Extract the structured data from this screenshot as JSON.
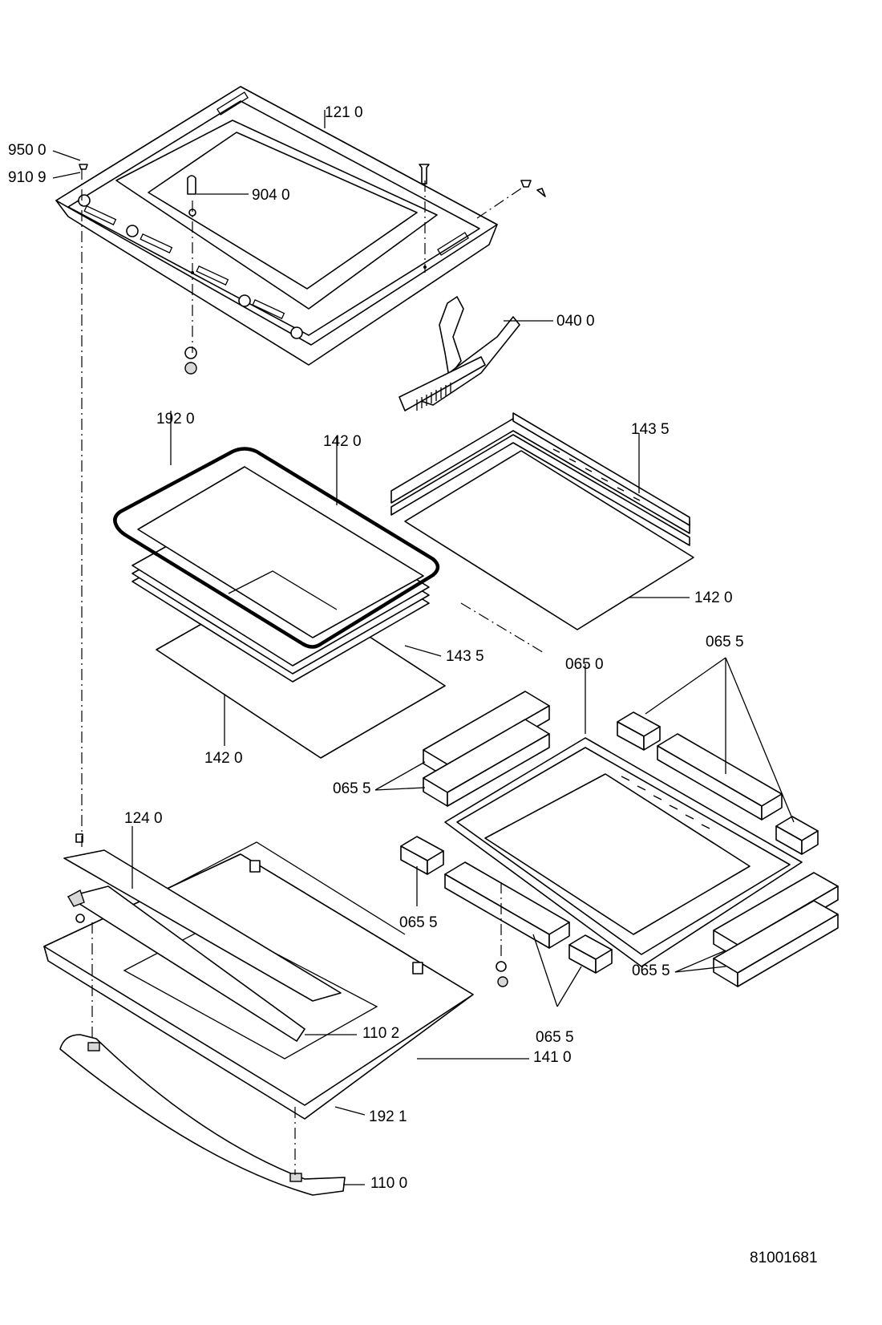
{
  "callouts": [
    {
      "id": "c-1210",
      "text": "121 0"
    },
    {
      "id": "c-9500",
      "text": "950 0"
    },
    {
      "id": "c-9109",
      "text": "910 9"
    },
    {
      "id": "c-9040",
      "text": "904 0"
    },
    {
      "id": "c-0400",
      "text": "040 0"
    },
    {
      "id": "c-1920",
      "text": "192 0"
    },
    {
      "id": "c-1420a",
      "text": "142 0"
    },
    {
      "id": "c-1435a",
      "text": "143 5"
    },
    {
      "id": "c-1420b",
      "text": "142 0"
    },
    {
      "id": "c-1435b",
      "text": "143 5"
    },
    {
      "id": "c-0650",
      "text": "065 0"
    },
    {
      "id": "c-0655a",
      "text": "065 5"
    },
    {
      "id": "c-1420c",
      "text": "142 0"
    },
    {
      "id": "c-0655b",
      "text": "065 5"
    },
    {
      "id": "c-1240",
      "text": "124 0"
    },
    {
      "id": "c-0655c",
      "text": "065 5"
    },
    {
      "id": "c-0655d",
      "text": "065 5"
    },
    {
      "id": "c-1102",
      "text": "110 2"
    },
    {
      "id": "c-0655e",
      "text": "065 5"
    },
    {
      "id": "c-1410",
      "text": "141 0"
    },
    {
      "id": "c-1921",
      "text": "192 1"
    },
    {
      "id": "c-1100",
      "text": "110 0"
    }
  ],
  "drawing_number": "81001681"
}
